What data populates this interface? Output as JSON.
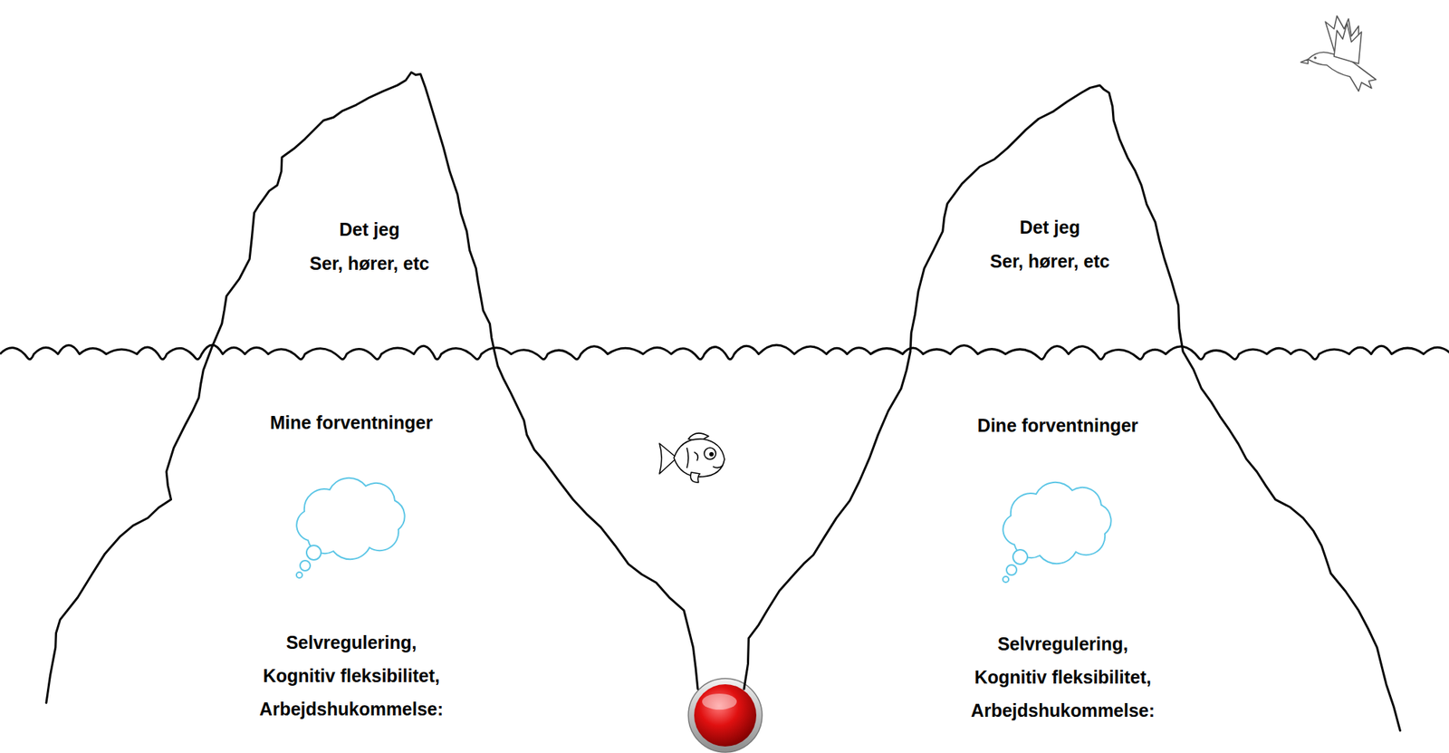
{
  "diagram": {
    "nodes": [
      {
        "text": [
          "Det jeg Ser, hører, etc",
          "Mine forventninger",
          "Selvregulering, Kognitiv fleksibilitet, Arbejdshukommelse:"
        ]
      },
      {
        "text": [
          "Det jeg Ser, hører, etc",
          "Dine forventninger",
          "Selvregulering, Kognitiv fleksibilitet, Arbejdshukommelse:"
        ]
      }
    ]
  }
}
